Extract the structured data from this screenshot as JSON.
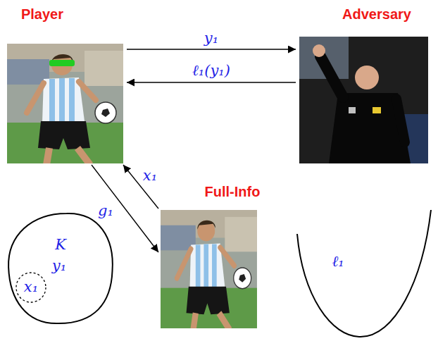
{
  "diagram": {
    "nodes": [
      {
        "text": [
          "Player"
        ]
      },
      {
        "text": [
          "Adversary"
        ]
      },
      {
        "text": [
          "Full-Info"
        ]
      },
      {
        "text": [
          "K",
          "y₁"
        ]
      },
      {
        "text": [
          "x₁"
        ],
        "in": 3
      }
    ],
    "edges": [
      {
        "from": 0,
        "to": 1,
        "label": "y₁",
        "arrow": "to"
      },
      {
        "from": 1,
        "to": 0,
        "label": "ℓ₁(y₁)",
        "arrow": "to"
      },
      {
        "from": 2,
        "to": 0,
        "label": "x₁",
        "arrow": "to"
      },
      {
        "from": 0,
        "to": 2,
        "label": "g₁",
        "arrow": "to"
      }
    ],
    "labels": [
      "ℓ₁"
    ]
  }
}
